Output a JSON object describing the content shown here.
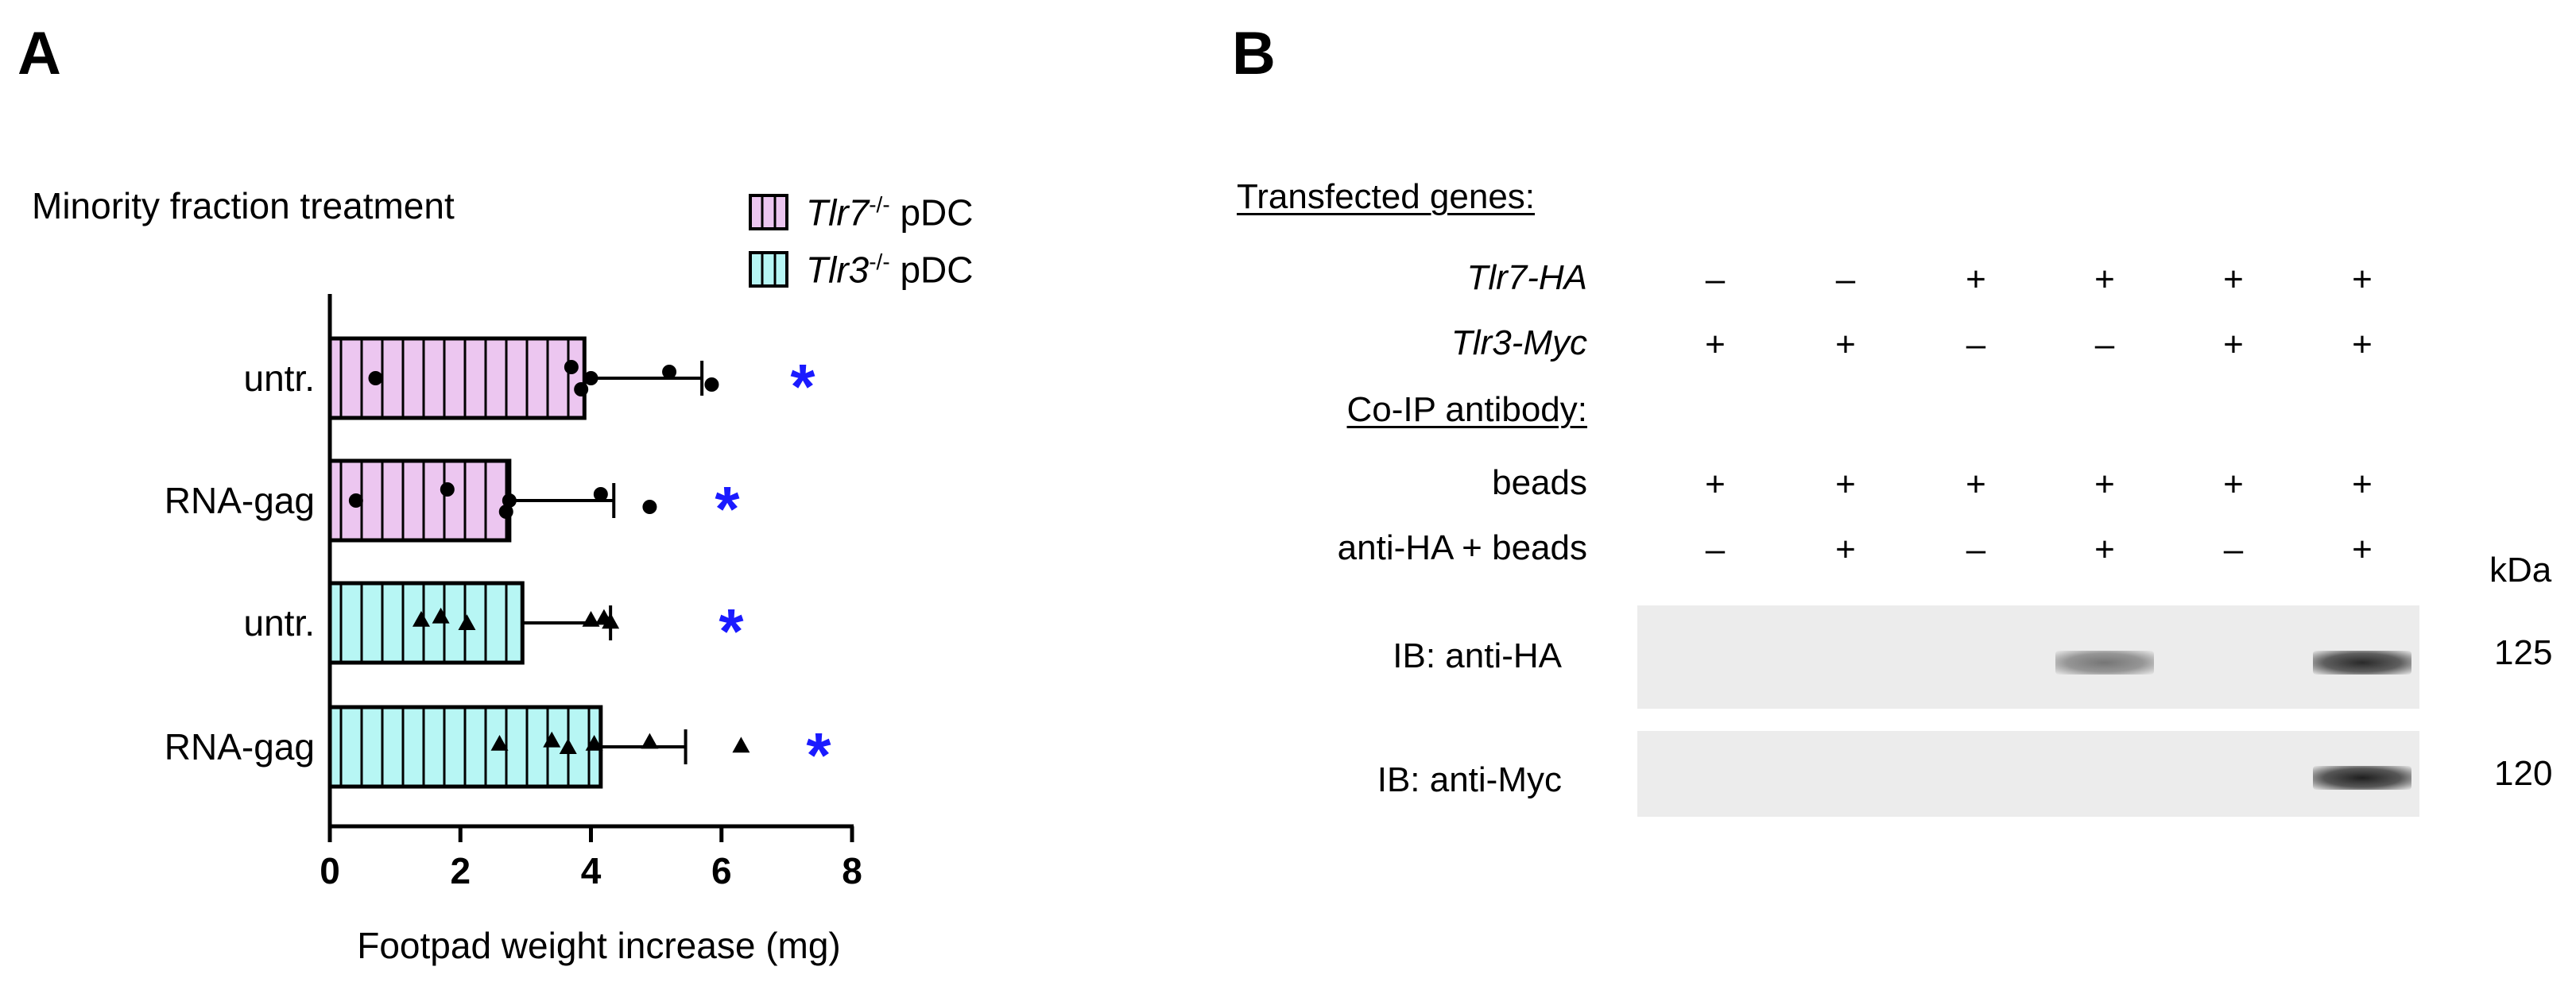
{
  "panel_a": {
    "label": "A",
    "subtitle": "Minority fraction treatment",
    "legend": [
      {
        "gene": "Tlr7",
        "sup": "-/-",
        "suffix": " pDC",
        "color": "#ecc6f0"
      },
      {
        "gene": "Tlr3",
        "sup": "-/-",
        "suffix": " pDC",
        "color": "#b7f6f4"
      }
    ],
    "chart_data": {
      "type": "bar",
      "orientation": "horizontal",
      "xlabel": "Footpad weight increase (mg)",
      "xlim": [
        0,
        8
      ],
      "xticks": [
        "0",
        "2",
        "4",
        "6",
        "8"
      ],
      "categories": [
        "untr.",
        "RNA-gag",
        "untr.",
        "RNA-gag"
      ],
      "groups": [
        "Tlr7-/- pDC",
        "Tlr7-/- pDC",
        "Tlr3-/- pDC",
        "Tlr3-/- pDC"
      ],
      "values": [
        3.9,
        2.75,
        2.95,
        4.15
      ],
      "error_upper": [
        5.7,
        4.35,
        4.3,
        5.45
      ],
      "points": [
        [
          0.7,
          3.7,
          3.85,
          4.0,
          5.2,
          5.85
        ],
        [
          0.4,
          1.8,
          2.7,
          2.75,
          4.15,
          4.9
        ],
        [
          1.4,
          1.7,
          2.1,
          4.0,
          4.2,
          4.3
        ],
        [
          2.6,
          3.4,
          3.65,
          4.05,
          4.9,
          6.3
        ]
      ],
      "point_markers": [
        "circle",
        "circle",
        "triangle",
        "triangle"
      ],
      "significance": [
        "*",
        "*",
        "*",
        "*"
      ],
      "significance_color": "#1a1aff",
      "grid": false
    }
  },
  "panel_b": {
    "label": "B",
    "transfected_header": "Transfected genes:",
    "coip_header": "Co-IP antibody:",
    "rows": [
      {
        "label": "Tlr7-HA",
        "italic": true,
        "values": [
          "–",
          "–",
          "+",
          "+",
          "+",
          "+"
        ]
      },
      {
        "label": "Tlr3-Myc",
        "italic": true,
        "values": [
          "+",
          "+",
          "–",
          "–",
          "+",
          "+"
        ]
      },
      {
        "label": "beads",
        "italic": false,
        "values": [
          "+",
          "+",
          "+",
          "+",
          "+",
          "+"
        ]
      },
      {
        "label": "anti-HA + beads",
        "italic": false,
        "values": [
          "–",
          "+",
          "–",
          "+",
          "–",
          "+"
        ]
      }
    ],
    "kda_label": "kDa",
    "blots": [
      {
        "label": "IB: anti-HA",
        "kda": "125",
        "bands": [
          0,
          0,
          0,
          0.55,
          0,
          0.9
        ]
      },
      {
        "label": "IB: anti-Myc",
        "kda": "120",
        "bands": [
          0,
          0,
          0,
          0,
          0,
          0.95
        ]
      }
    ]
  }
}
